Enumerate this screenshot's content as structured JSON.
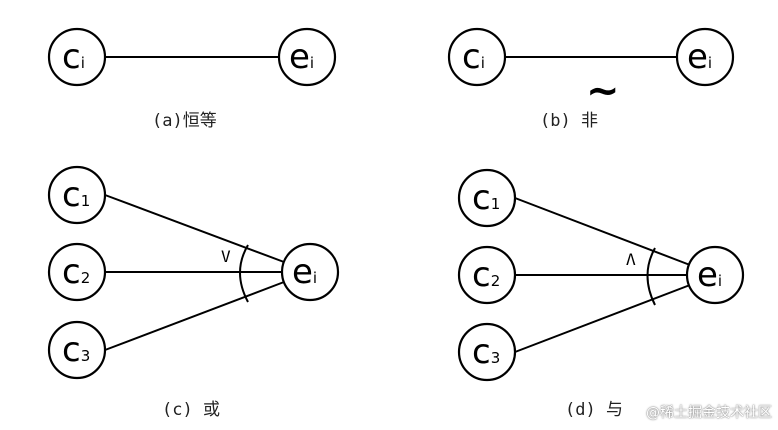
{
  "panels": {
    "a": {
      "cause": {
        "main": "c",
        "sub": "i"
      },
      "effect": {
        "main": "e",
        "sub": "i"
      },
      "caption": "(a)恒等"
    },
    "b": {
      "cause": {
        "main": "c",
        "sub": "i"
      },
      "effect": {
        "main": "e",
        "sub": "i"
      },
      "not_symbol": "~",
      "caption": "(b) 非"
    },
    "c": {
      "causes": [
        {
          "main": "c",
          "sub": "1"
        },
        {
          "main": "c",
          "sub": "2"
        },
        {
          "main": "c",
          "sub": "3"
        }
      ],
      "effect": {
        "main": "e",
        "sub": "i"
      },
      "operator": "V",
      "caption": "(c) 或"
    },
    "d": {
      "causes": [
        {
          "main": "c",
          "sub": "1"
        },
        {
          "main": "c",
          "sub": "2"
        },
        {
          "main": "c",
          "sub": "3"
        }
      ],
      "effect": {
        "main": "e",
        "sub": "i"
      },
      "operator": "Λ",
      "caption": "(d) 与"
    }
  },
  "watermark": "@稀土掘金技术社区"
}
